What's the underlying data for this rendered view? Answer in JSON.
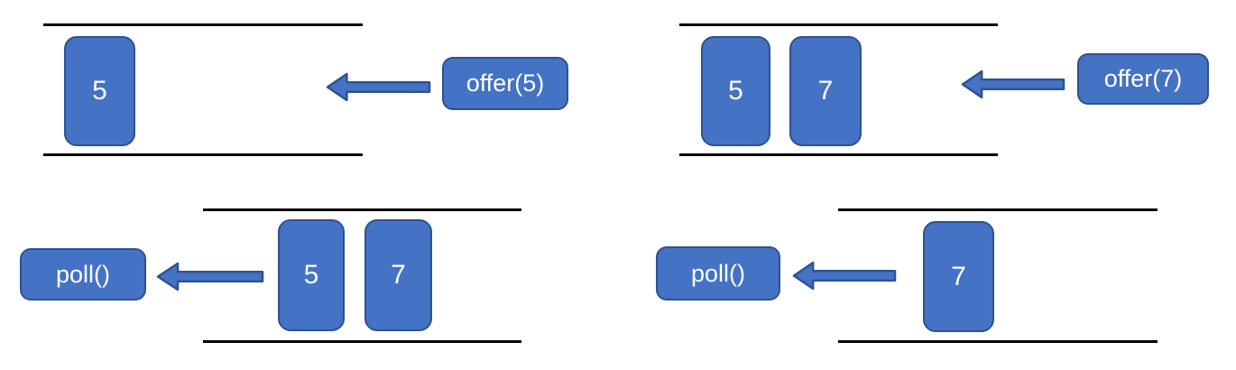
{
  "colors": {
    "shape_fill": "#4472C4",
    "shape_border": "#2F528F",
    "text_color": "#FFFFFF",
    "rail_color": "#000000"
  },
  "panels": [
    {
      "label": "offer(5)",
      "cards": [
        "5"
      ]
    },
    {
      "label": "offer(7)",
      "cards": [
        "5",
        "7"
      ]
    },
    {
      "label": "poll()",
      "cards": [
        "5",
        "7"
      ]
    },
    {
      "label": "poll()",
      "cards": [
        "7"
      ]
    }
  ]
}
